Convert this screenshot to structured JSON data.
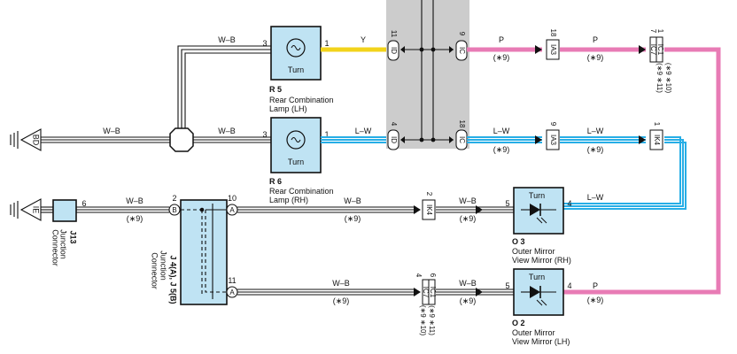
{
  "colors": {
    "component_fill": "#bfe3f3",
    "wire_yellow": "#f2d31b",
    "wire_pink": "#e87bb5",
    "wire_blue": "#27aee6",
    "shade": "#cccccc"
  },
  "components": {
    "r5": {
      "id": "R 5",
      "name_l1": "Rear Combination",
      "name_l2": "Lamp (LH)",
      "inner": "Turn",
      "pin_in": "3",
      "pin_out": "1"
    },
    "r6": {
      "id": "R 6",
      "name_l1": "Rear Combination",
      "name_l2": "Lamp (RH)",
      "inner": "Turn",
      "pin_in": "3",
      "pin_out": "1"
    },
    "o3": {
      "id": "O 3",
      "name_l1": "Outer Mirror",
      "name_l2": "View Mirror (RH)",
      "inner": "Turn",
      "pin_left": "5",
      "pin_right": "4"
    },
    "o2": {
      "id": "O 2",
      "name_l1": "Outer Mirror",
      "name_l2": "View Mirror (LH)",
      "inner": "Turn",
      "pin_left": "5",
      "pin_right": "4"
    },
    "j13": {
      "id": "J13",
      "name_l1": "Junction",
      "name_l2": "Connector",
      "pin": "6"
    },
    "j4": {
      "id": "J 4(A), J 5(B)",
      "name_l1": "Junction",
      "name_l2": "Connector",
      "pin_b": "2",
      "pin_b_letter": "B",
      "pin_a10": "10",
      "pin_a11": "11",
      "pin_a_letter": "A"
    }
  },
  "grounds": {
    "bd": "BD",
    "ie": "IE"
  },
  "wires": {
    "wb": "W–B",
    "y": "Y",
    "p": "P",
    "lw": "L–W",
    "note9": "(∗9)",
    "note9_10": "(∗9 ∗10)",
    "note9_11": "(∗9 ∗11)"
  },
  "connectors": {
    "id_11": {
      "pin": "11",
      "code": "ID"
    },
    "id_4": {
      "pin": "4",
      "code": "ID"
    },
    "ic_9": {
      "pin": "9",
      "code": "IC"
    },
    "ic_18": {
      "pin": "18",
      "code": "IC"
    },
    "ia3_top": {
      "pin": "18",
      "code": "IA3"
    },
    "ia3_mid": {
      "pin": "9",
      "code": "IA3"
    },
    "ic7": {
      "pin": "7",
      "code": "IC7"
    },
    "ic1_top": {
      "pin": "1",
      "code": "IC1"
    },
    "ik4_mid": {
      "pin": "1",
      "code": "IK4"
    },
    "ik4_low": {
      "pin": "2",
      "code": "IK4"
    },
    "ic1_low": {
      "pin": "6",
      "code": "IC1"
    },
    "ic7_low": {
      "pin": "4",
      "code": "IC7"
    }
  }
}
